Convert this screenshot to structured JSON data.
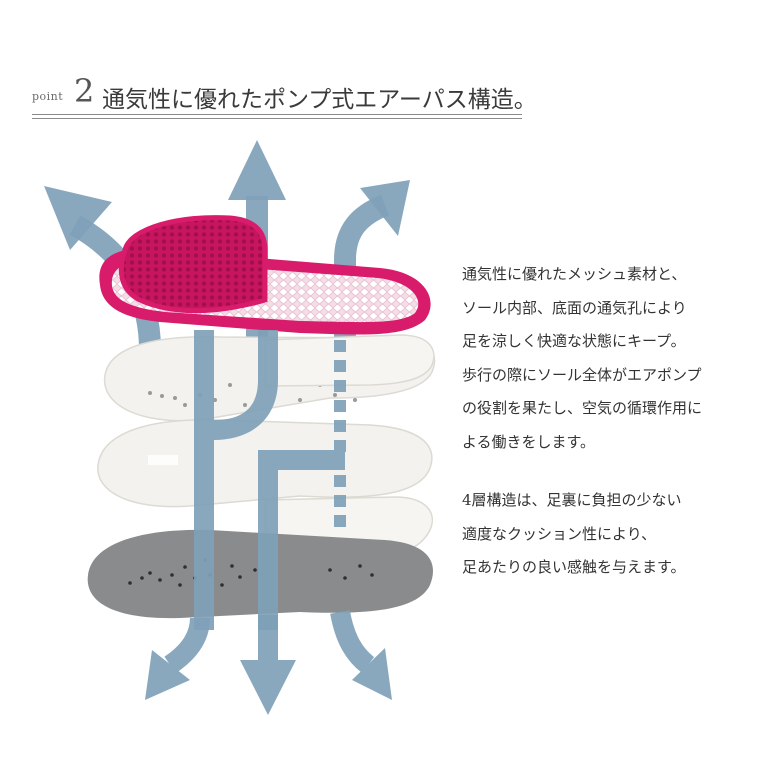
{
  "header": {
    "point_label": "point",
    "point_number": "2",
    "title": "通気性に優れたポンプ式エアーパス構造。"
  },
  "description": {
    "paragraph1": [
      "通気性に優れたメッシュ素材と、",
      "ソール内部、底面の通気孔により",
      "足を涼しく快適な状態にキープ。",
      "歩行の際にソール全体がエアポンプ",
      "の役割を果たし、空気の循環作用に",
      "よる働きをします。"
    ],
    "paragraph2": [
      "4層構造は、足裏に負担の少ない",
      "適度なクッション性により、",
      "足あたりの良い感触を与えます。"
    ]
  },
  "colors": {
    "slipper": "#d81b6b",
    "arrow": "#7fa1b8",
    "sole_layer": "#f3f2ee",
    "bottom_sole": "#8a8b8d"
  }
}
